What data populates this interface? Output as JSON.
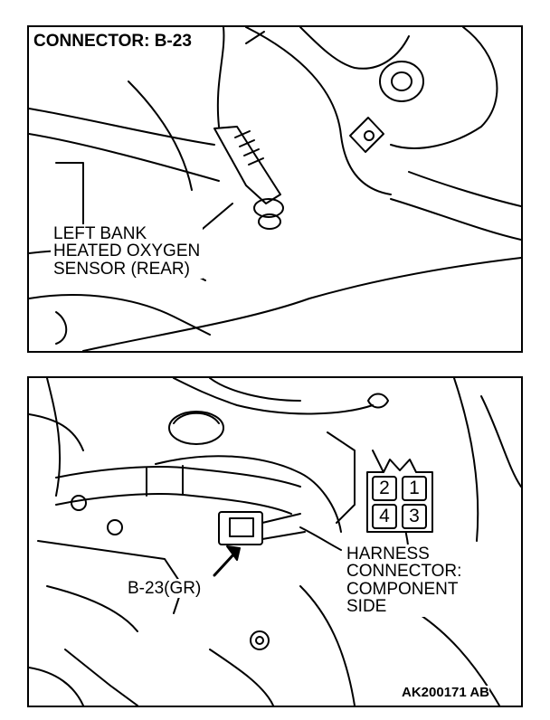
{
  "top_panel": {
    "title": "CONNECTOR: B-23",
    "sensor_label_lines": [
      "LEFT BANK",
      "HEATED OXYGEN",
      "SENSOR (REAR)"
    ]
  },
  "bottom_panel": {
    "connector_callout": "B-23(GR)",
    "harness_label_lines": [
      "HARNESS",
      "CONNECTOR:",
      "COMPONENT",
      "SIDE"
    ],
    "pins": [
      "2",
      "1",
      "4",
      "3"
    ]
  },
  "figure_code": "AK200171 AB"
}
